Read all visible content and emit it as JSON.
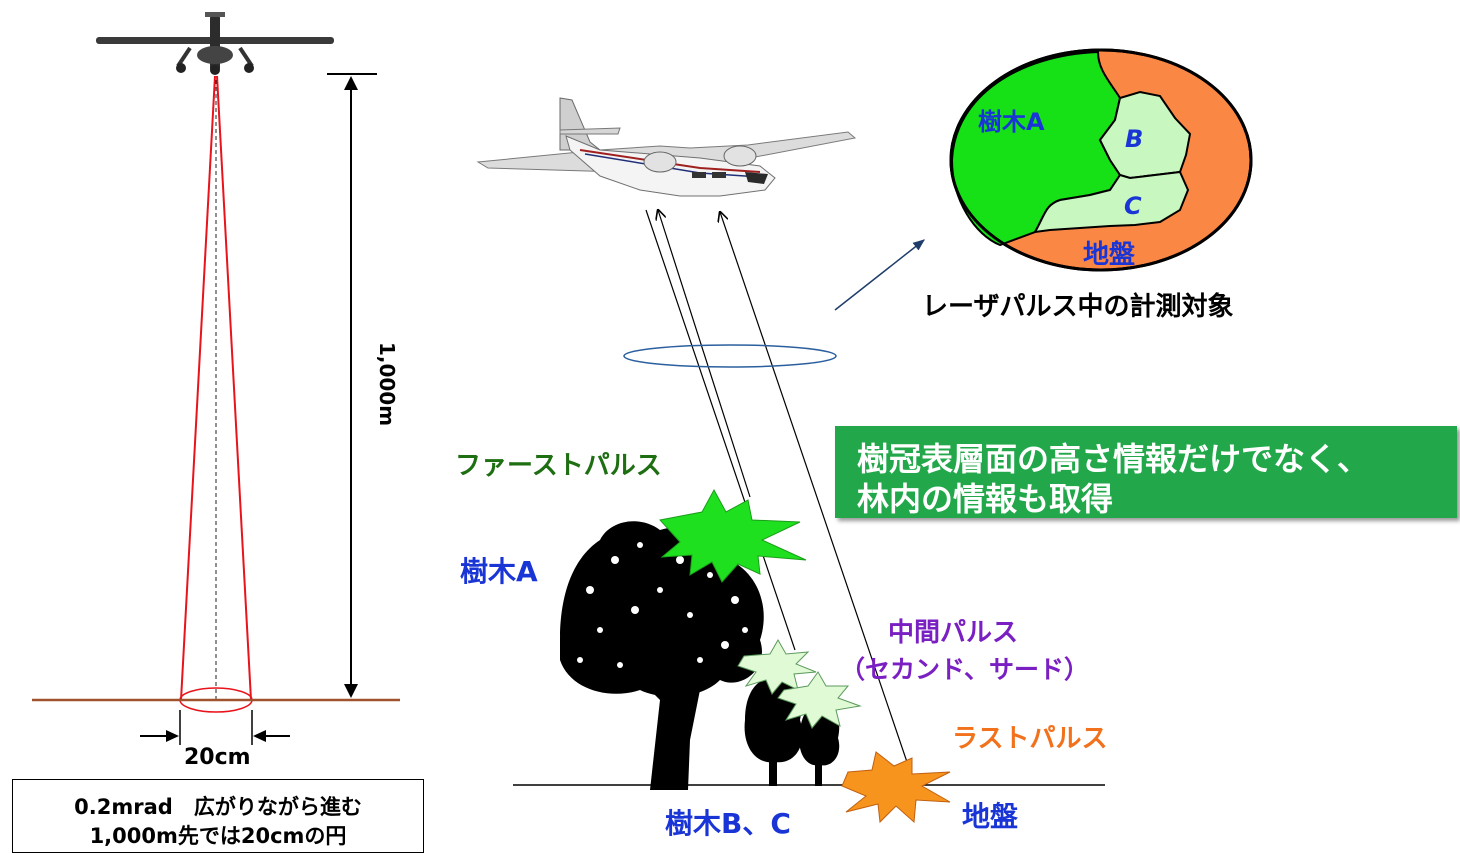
{
  "left_diagram": {
    "altitude_label": "1,000m",
    "footprint_label": "20cm",
    "info_line1": "0.2mrad　広がりながら進む",
    "info_line2": "1,000m先では20cmの円"
  },
  "pulse_labels": {
    "first": "ファーストパルス",
    "intermediate": "中間パルス",
    "intermediate_sub": "（セカンド、サード）",
    "last": "ラストパルス"
  },
  "object_labels": {
    "tree_a": "樹木A",
    "trees_bc": "樹木B、C",
    "ground": "地盤"
  },
  "callout": {
    "line1": "樹冠表層面の高さ情報だけでなく、",
    "line2": "林内の情報も取得"
  },
  "inset": {
    "title": "レーザパルス中の計測対象",
    "tree_a": "樹木A",
    "b": "B",
    "c": "C",
    "ground": "地盤"
  },
  "colors": {
    "beam": "#e8131b",
    "ground_line": "#a0522d",
    "first_pulse": "#1e6e12",
    "tree_label": "#1a35d6",
    "intermediate": "#7a1fc2",
    "last_pulse": "#f2711c",
    "callout_bg": "#22a84a",
    "inset_tree_a": "#16e016",
    "inset_bc": "#c9f7c0",
    "inset_ground": "#fb8745",
    "burst_first": "#1fe01f",
    "burst_mid": "#e0fad6",
    "burst_last": "#f7941e"
  }
}
